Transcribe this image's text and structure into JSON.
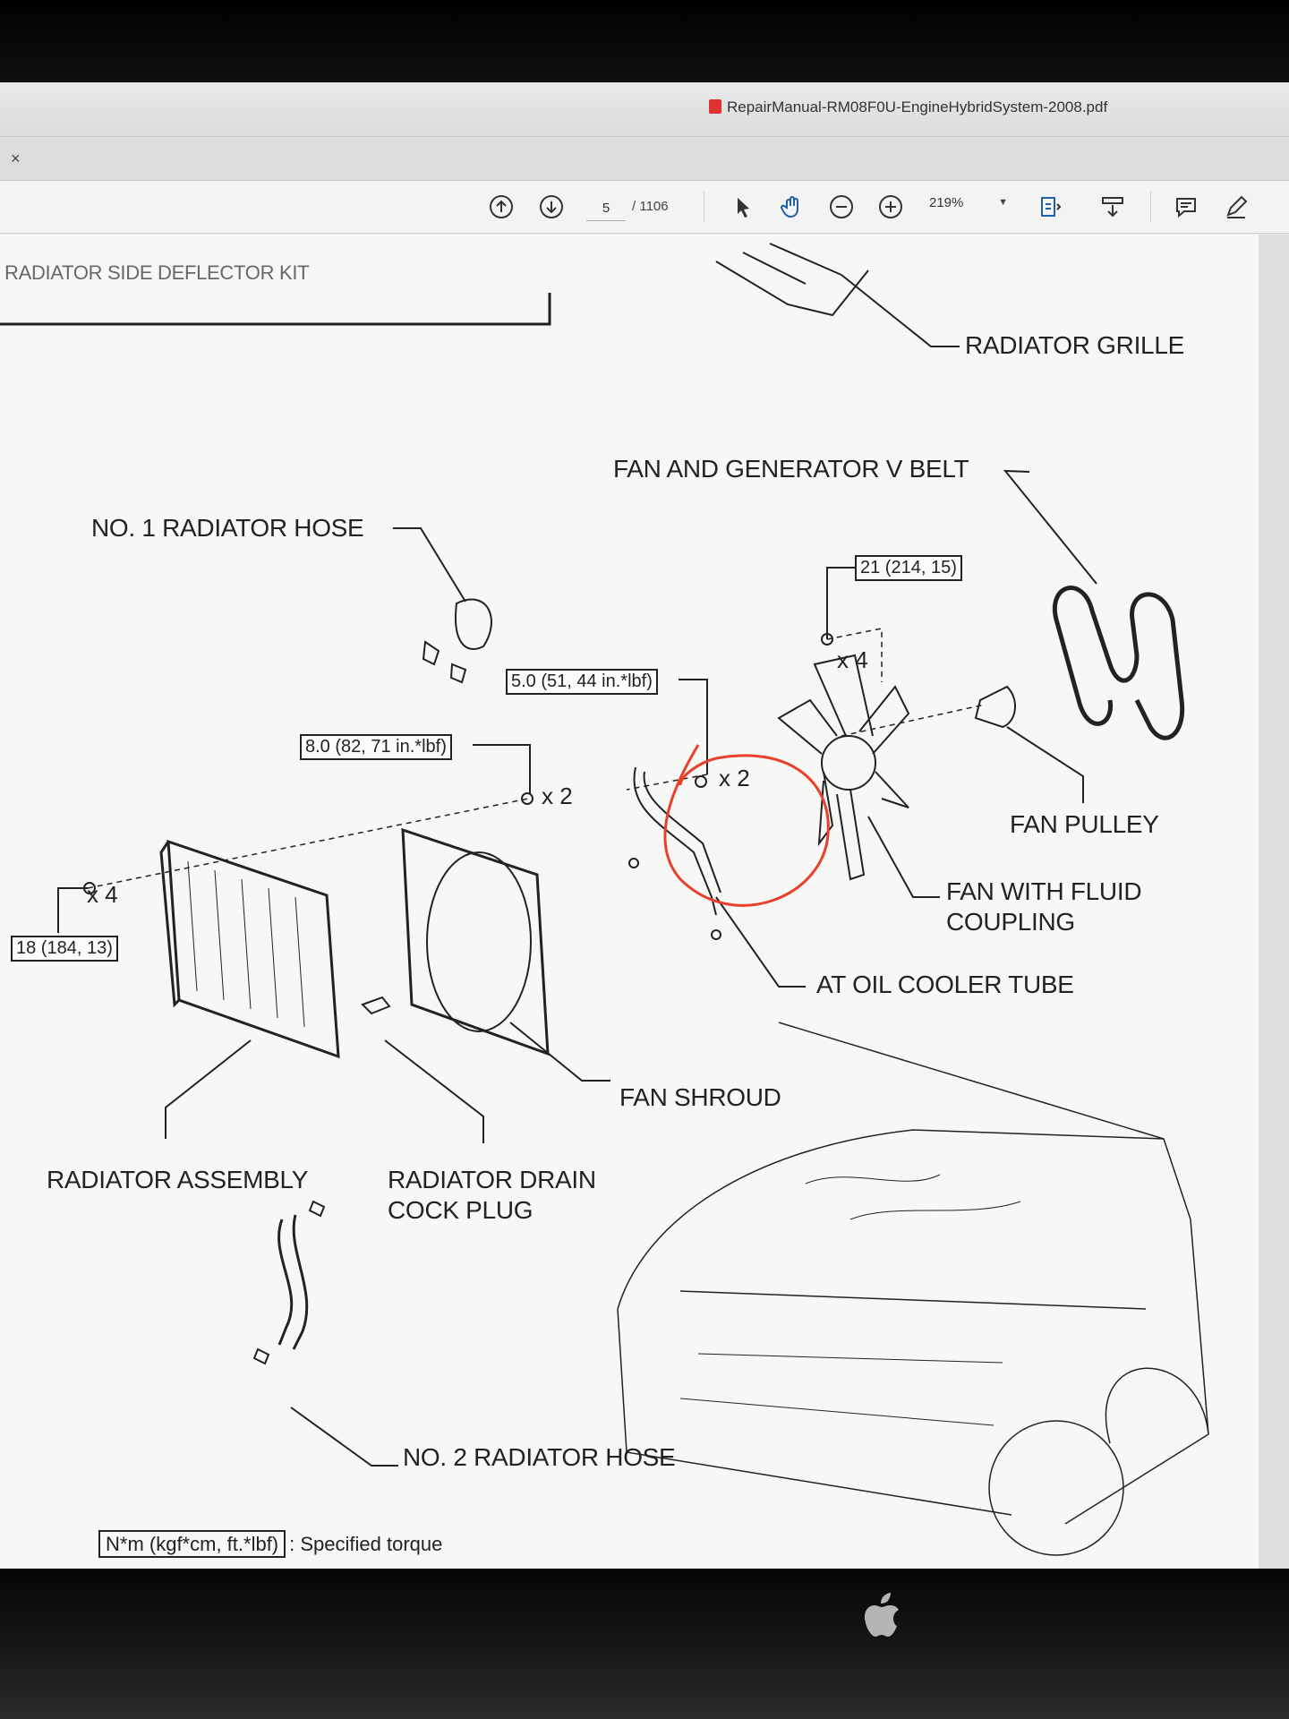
{
  "window": {
    "title": "RepairManual-RM08F0U-EngineHybridSystem-2008.pdf",
    "close_glyph": "×"
  },
  "toolbar": {
    "current_page": "5",
    "total_pages": "/ 1106",
    "zoom": "219%",
    "icons": [
      "arrow-up-circle-icon",
      "arrow-down-circle-icon",
      "pointer-icon",
      "hand-icon",
      "zoom-out-icon",
      "zoom-in-icon",
      "page-fit-icon",
      "scroll-mode-icon",
      "comment-icon",
      "pen-icon"
    ]
  },
  "diagram": {
    "header_fragment": "RADIATOR SIDE DEFLECTOR KIT",
    "labels": {
      "radiator_grille": "RADIATOR GRILLE",
      "fan_generator_belt": "FAN AND GENERATOR V BELT",
      "no1_hose": "NO. 1 RADIATOR HOSE",
      "fan_pulley": "FAN PULLEY",
      "fan_fluid_1": "FAN WITH FLUID",
      "fan_fluid_2": "COUPLING",
      "oil_cooler": "AT OIL COOLER TUBE",
      "fan_shroud": "FAN SHROUD",
      "radiator_assembly": "RADIATOR ASSEMBLY",
      "drain_1": "RADIATOR DRAIN",
      "drain_2": "COCK PLUG",
      "no2_hose": "NO. 2 RADIATOR HOSE"
    },
    "torques": {
      "t21": "21 (214, 15)",
      "t50": "5.0 (51, 44 in.*lbf)",
      "t80": "8.0 (82, 71 in.*lbf)",
      "t18": "18 (184, 13)"
    },
    "quantities": {
      "fan_bolts": "x 4",
      "cooler_bolts": "x 2",
      "shroud_bolts": "x 2",
      "radiator_bolts": "x 4"
    },
    "legend_box": "N*m (kgf*cm, ft.*lbf)",
    "legend_text": ": Specified torque",
    "annotation_color": "#e8402a"
  }
}
